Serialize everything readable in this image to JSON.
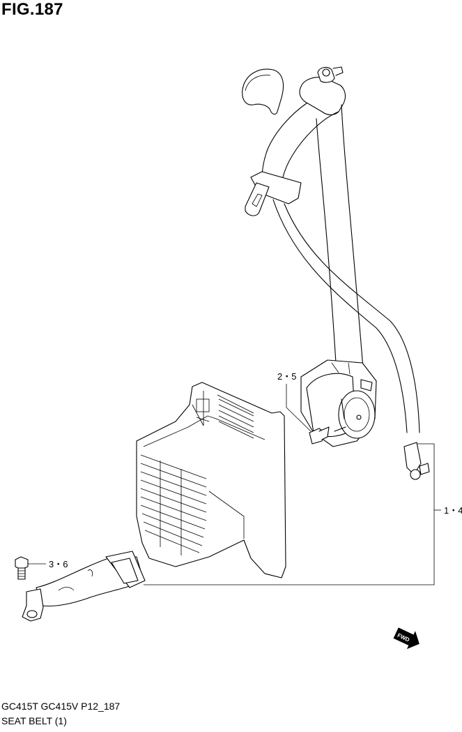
{
  "figure": {
    "title": "FIG.187",
    "code_line": "GC415T GC415V P12_187",
    "name_line": "SEAT BELT (1)"
  },
  "callouts": [
    {
      "id": "c1",
      "label": "2・5"
    },
    {
      "id": "c2",
      "label": "1・4"
    },
    {
      "id": "c3",
      "label": "3・6"
    }
  ],
  "direction_badge": "FWD"
}
